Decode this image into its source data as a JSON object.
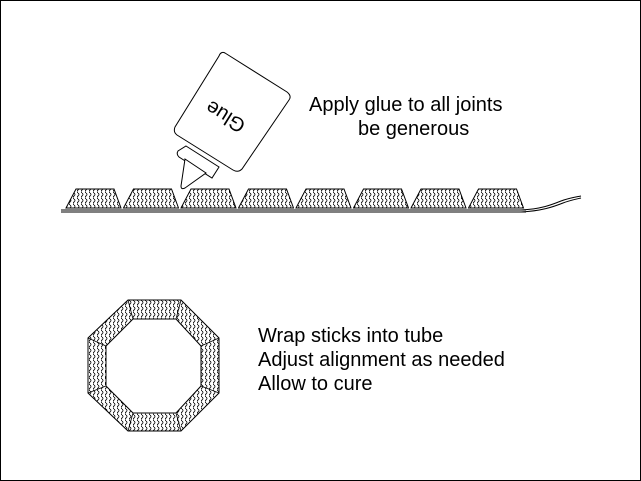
{
  "bottle_label": "Glue",
  "step1": {
    "line1": "Apply glue to all joints",
    "line2": "be generous"
  },
  "step2": {
    "line1": "Wrap sticks into tube",
    "line2": "Adjust alignment as needed",
    "line3": "Allow to cure"
  },
  "stick_count": 8
}
